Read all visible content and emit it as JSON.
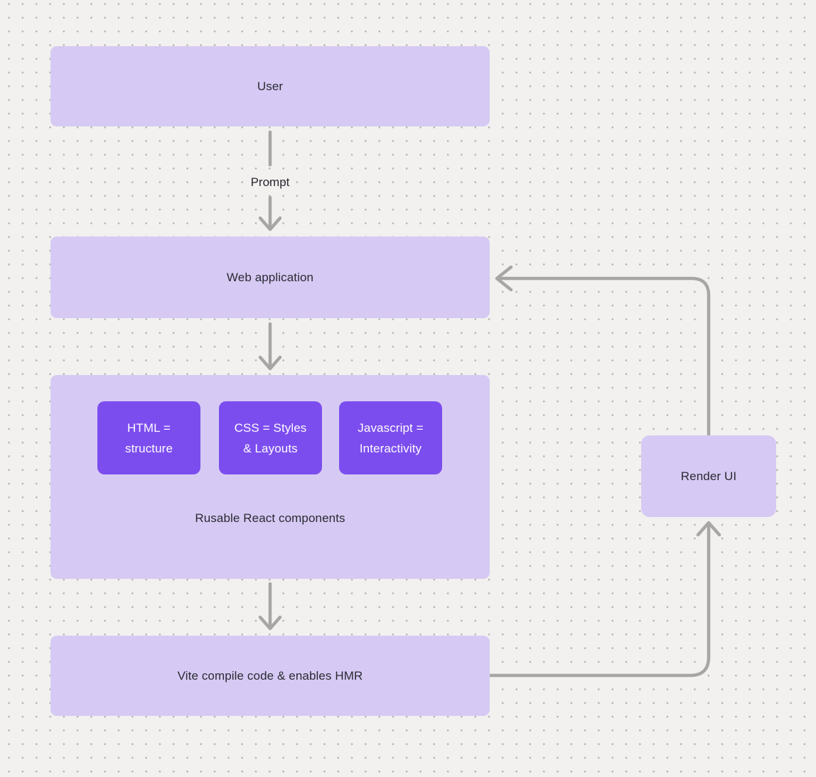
{
  "page": {
    "background_color": "#f2f1ef",
    "dot_grid_color": "#b3b2b0"
  },
  "diagram": {
    "prompt_label": "Prompt",
    "nodes": {
      "user": "User",
      "web_application": "Web application",
      "react_container": "Rusable React components",
      "html": "HTML =\nstructure",
      "css": "CSS = Styles\n& Layouts",
      "javascript": "Javascript =\nInteractivity",
      "vite": "Vite compile code & enables HMR",
      "render_ui": "Render UI"
    },
    "colors": {
      "node_fill_light": "#d6caf4",
      "node_fill_accent": "#7c4dee",
      "connector_gray": "#a7a6a4",
      "text_dark": "#2b2a33",
      "text_light": "#ffffff"
    }
  }
}
